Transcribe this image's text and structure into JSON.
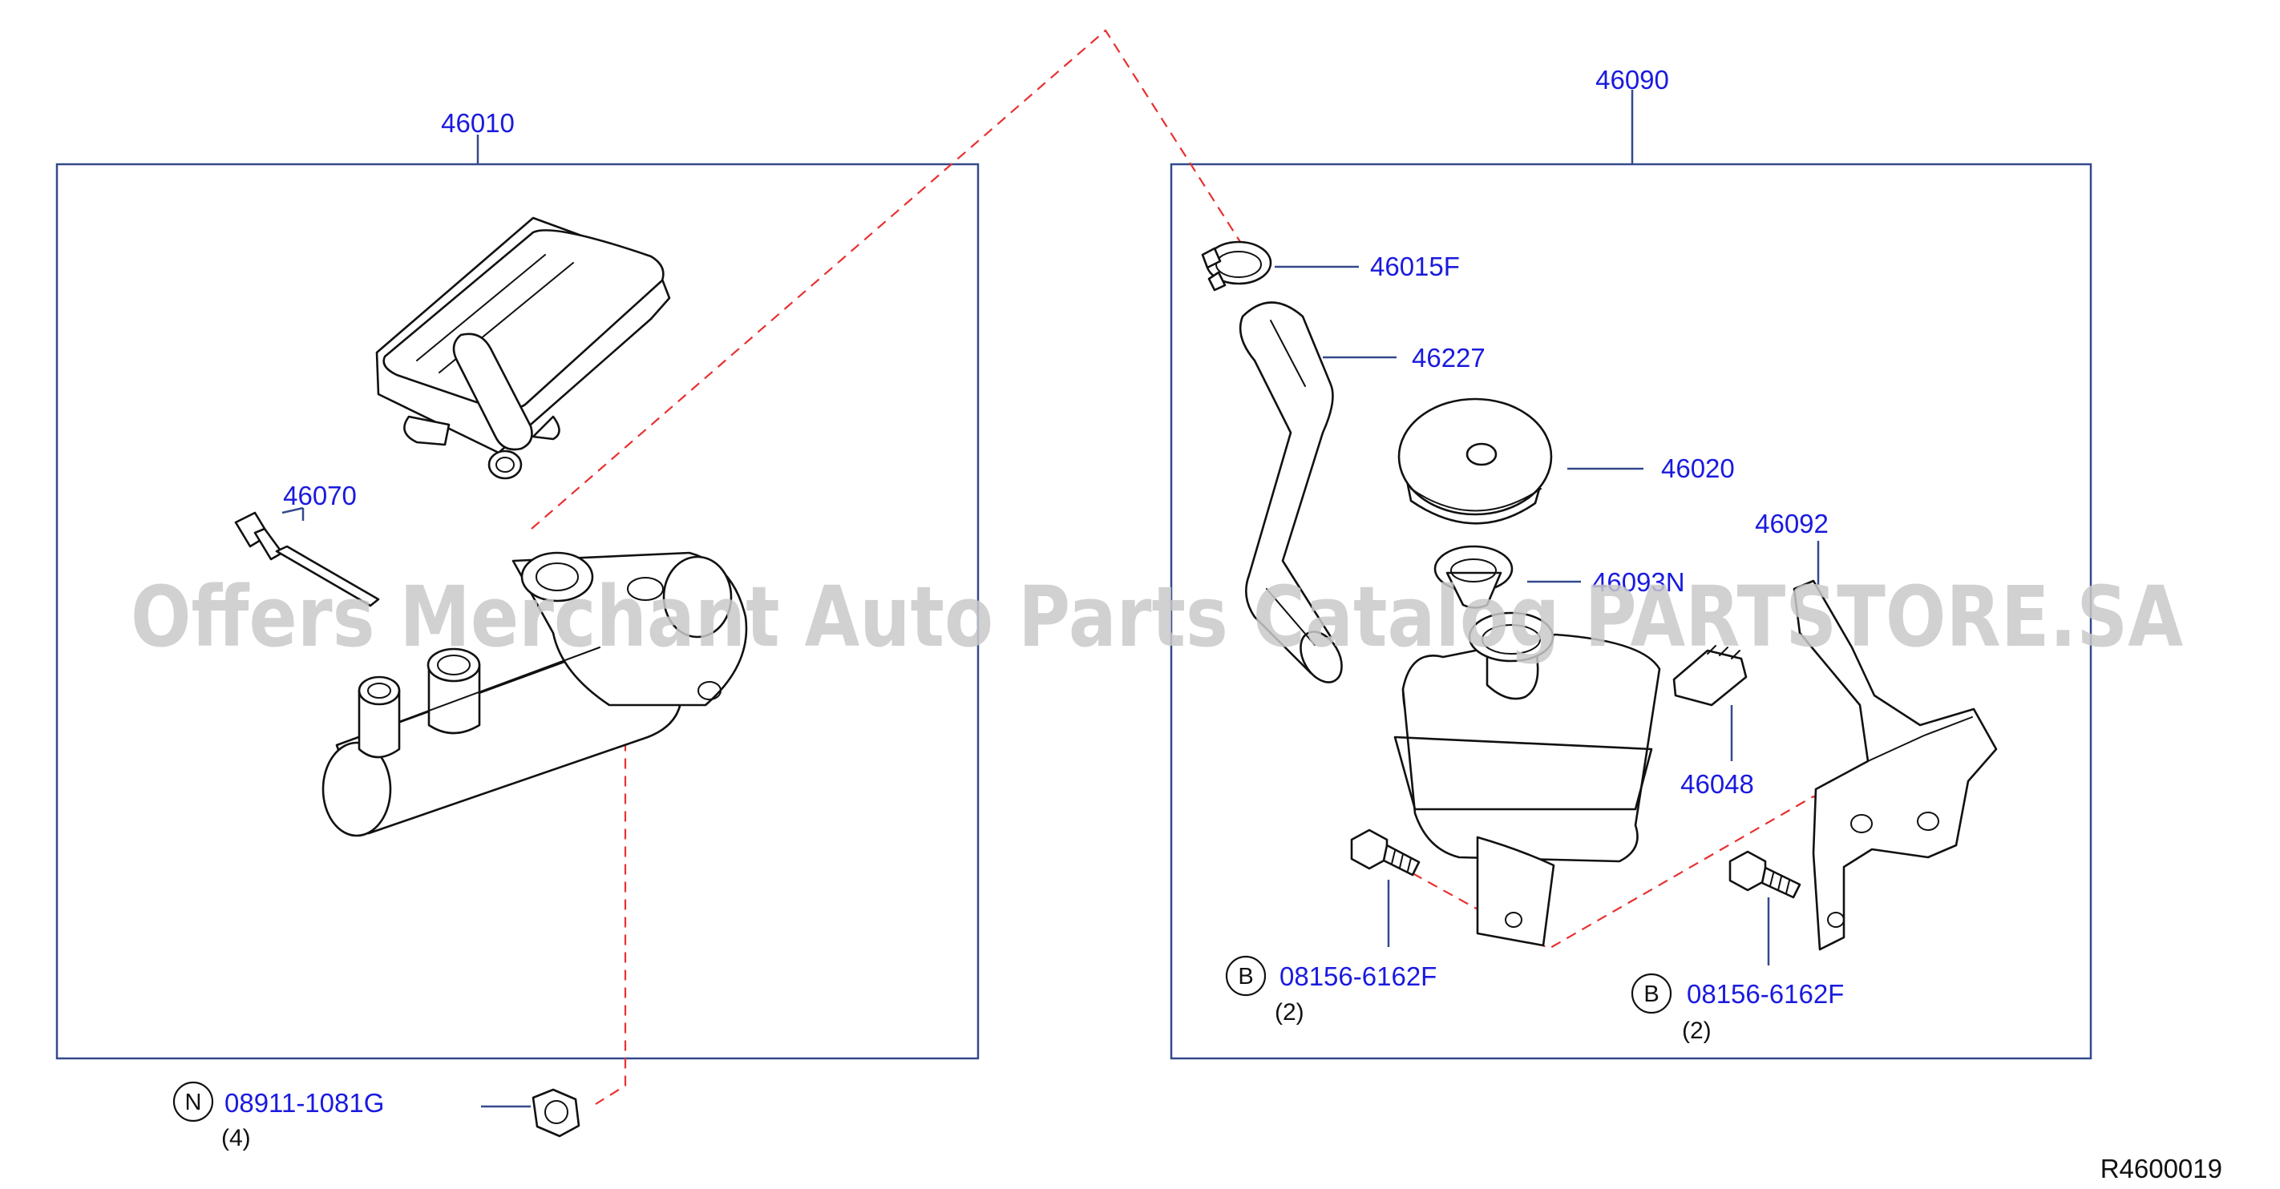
{
  "groups": {
    "left_assembly": "46010",
    "right_assembly": "46090"
  },
  "parts": {
    "reservoir_cap_clip": "46015F",
    "hose": "46227",
    "reservoir_cap": "46020",
    "strainer": "46093N",
    "bracket": "46092",
    "connector": "46048",
    "cylinder_pin": "46070"
  },
  "fasteners": {
    "bolt_left": {
      "symbol": "B",
      "part": "08156-6162F",
      "qty": "(2)"
    },
    "bolt_right": {
      "symbol": "B",
      "part": "08156-6162F",
      "qty": "(2)"
    },
    "nut": {
      "symbol": "N",
      "part": "08911-1081G",
      "qty": "(4)"
    }
  },
  "reference_code": "R4600019",
  "watermark": "Offers Merchant Auto Parts Catalog PARTSTORE.SA",
  "colors": {
    "label": "#1a1adf",
    "leader": "#334a8c",
    "dashed_guide": "#e83030",
    "watermark": "#c9c9c9"
  }
}
